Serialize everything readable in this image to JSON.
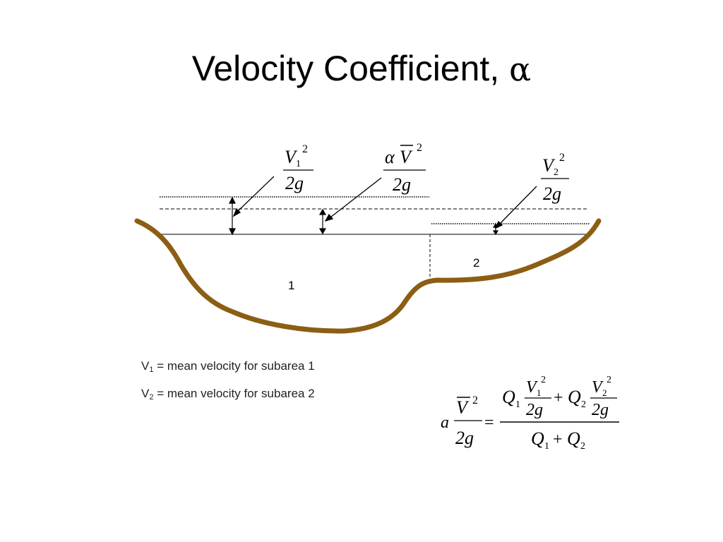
{
  "title": {
    "text": "Velocity Coefficient,",
    "symbol": "α"
  },
  "diagram": {
    "subarea_labels": [
      "1",
      "2"
    ],
    "channel_color": "#8B5E14",
    "head_labels": {
      "v1_var": "V",
      "v1_sub": "1",
      "v1_exp": "2",
      "v1_den": "2g",
      "avg_alpha": "α",
      "avg_var": "V",
      "avg_exp": "2",
      "avg_den": "2g",
      "v2_var": "V",
      "v2_sub": "2",
      "v2_exp": "2",
      "v2_den": "2g"
    }
  },
  "legend": [
    {
      "var": "V",
      "sub": "1",
      "text": " = mean velocity for subarea 1"
    },
    {
      "var": "V",
      "sub": "2",
      "text": " = mean velocity for subarea 2"
    }
  ],
  "formula": {
    "lhs_coef": "a",
    "lhs_var": "V",
    "lhs_exp": "2",
    "lhs_den": "2g",
    "equals": "=",
    "q": "Q",
    "q1_sub": "1",
    "q2_sub": "2",
    "v": "V",
    "v1_sub": "1",
    "v2_sub": "2",
    "exp": "2",
    "den": "2g",
    "plus": "+"
  }
}
